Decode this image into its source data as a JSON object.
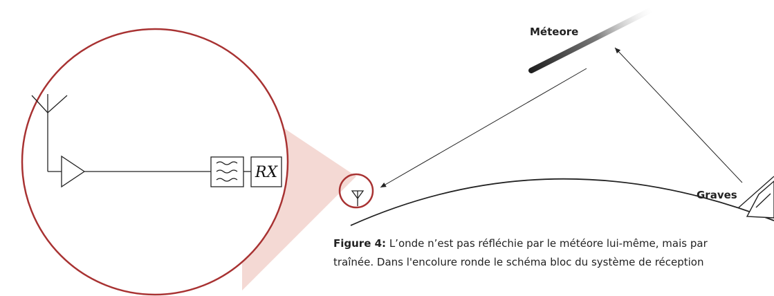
{
  "diagram": {
    "meteor_label": "Méteore",
    "graves_label": "Graves",
    "receiver_label": "RX"
  },
  "caption": {
    "figure_label": "Figure 4:",
    "line1_text": " L’onde n’est pas réfléchie par le météore lui-même, mais par",
    "line2_text": "traînée. Dans l'encolure ronde le schéma bloc du système de réception"
  },
  "colors": {
    "circle_stroke": "#a83232",
    "zoom_cone_fill": "#f2d2cc",
    "line": "#222222"
  }
}
